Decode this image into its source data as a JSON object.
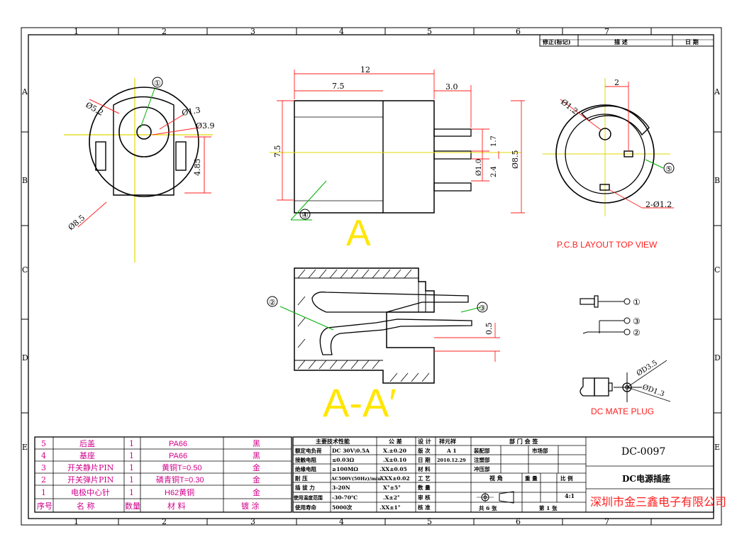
{
  "grid": {
    "columns": [
      "1",
      "2",
      "3",
      "4",
      "5",
      "6",
      "7"
    ],
    "rows": [
      "A",
      "B",
      "C",
      "D",
      "E"
    ]
  },
  "revision_block": {
    "col1": "修正(标记)",
    "col2": "描 述",
    "col3": "日 期"
  },
  "front_view": {
    "balloon": "①",
    "dims": {
      "outer_dia": "Ø5.2",
      "pin_dia": "Ø1.3",
      "hole_dia": "Ø3.9",
      "height": "4.85",
      "body_dia": "Ø8.5"
    }
  },
  "side_view": {
    "dims": {
      "length": "12",
      "body_len": "7.5",
      "pin_len": "3.0",
      "height": "7.5",
      "h1": "1.7",
      "h2": "2.4",
      "pin": "Ø1.0",
      "dia": "Ø8.5"
    },
    "balloon": "④",
    "section_label": "A"
  },
  "pcb_view": {
    "dims": {
      "hole": "Ø1.2",
      "offset": "2",
      "slots": "2-Ø1.2"
    },
    "balloon": "⑤",
    "title": "P.C.B LAYOUT  TOP VIEW"
  },
  "section_view": {
    "balloons": {
      "left": "②",
      "right": "③"
    },
    "dim": "0.5",
    "label": "A-A′"
  },
  "schematic": {
    "p1": "①",
    "p3": "③",
    "p2": "②"
  },
  "mate_plug": {
    "d1": "ØD3.5",
    "d2": "ØD1.3",
    "title": "DC MATE PLUG"
  },
  "bom": {
    "rows": [
      {
        "no": "5",
        "name": "后盖",
        "qty": "1",
        "mat": "PA66",
        "finish": "黑"
      },
      {
        "no": "4",
        "name": "基座",
        "qty": "1",
        "mat": "PA66",
        "finish": "黑"
      },
      {
        "no": "3",
        "name": "开关静片PIN",
        "qty": "1",
        "mat": "黄铜T=0.50",
        "finish": "金"
      },
      {
        "no": "2",
        "name": "开关弹片PIN",
        "qty": "1",
        "mat": "磷青铜T=0.30",
        "finish": "金"
      },
      {
        "no": "1",
        "name": "电极中心针",
        "qty": "1",
        "mat": "H62黄铜",
        "finish": "金"
      }
    ],
    "header": {
      "no": "序号",
      "name": "名  称",
      "qty": "数量",
      "mat": "材  料",
      "finish": "镀  涂"
    }
  },
  "specs": {
    "title": "主要技术性能",
    "rows": [
      {
        "k": "额定电负荷",
        "v": "DC 30V\\0.5A"
      },
      {
        "k": "接触电阻",
        "v": "≤0.03Ω"
      },
      {
        "k": "绝缘电阻",
        "v": "≥100MΩ"
      },
      {
        "k": "耐  压",
        "v": "AC500V(50Hz)/min"
      },
      {
        "k": "插 拔 力",
        "v": "3-20N"
      },
      {
        "k": "使用温度范围",
        "v": "-30-70℃"
      },
      {
        "k": "使用寿命",
        "v": "5000次"
      }
    ]
  },
  "tolerance": {
    "title": "公  差",
    "rows": [
      "X.±0.20",
      ".X±0.10",
      ".XX±0.05",
      ".XXX±0.02",
      "X°±5°",
      ".X±2°",
      ".XX±1°"
    ]
  },
  "approvals": {
    "h1": "设 计",
    "h2": "祥元祥",
    "rows": [
      {
        "k": "版 次",
        "v": "A 1"
      },
      {
        "k": "日 期",
        "v": "2010.12.29"
      },
      {
        "k": "材 料",
        "v": ""
      },
      {
        "k": "工 艺",
        "v": ""
      },
      {
        "k": "数 量",
        "v": ""
      },
      {
        "k": "审 核",
        "v": ""
      },
      {
        "k": "核 准",
        "v": ""
      }
    ]
  },
  "departments": {
    "title": "部 门 会 签",
    "rows": [
      {
        "a": "装配部",
        "b": "市场部"
      },
      {
        "a": "注塑部",
        "b": ""
      },
      {
        "a": "冲压部",
        "b": ""
      }
    ]
  },
  "view_block": {
    "view": "视 角",
    "weight": "重 量",
    "scale_label": "比 例",
    "scale": "4:1",
    "sheets": "共  6  张",
    "sheet_no": "第  1  张"
  },
  "title_block": {
    "drawing_no": "DC-0097",
    "title": "DC电源插座",
    "company": "深圳市金三鑫电子有限公司"
  }
}
